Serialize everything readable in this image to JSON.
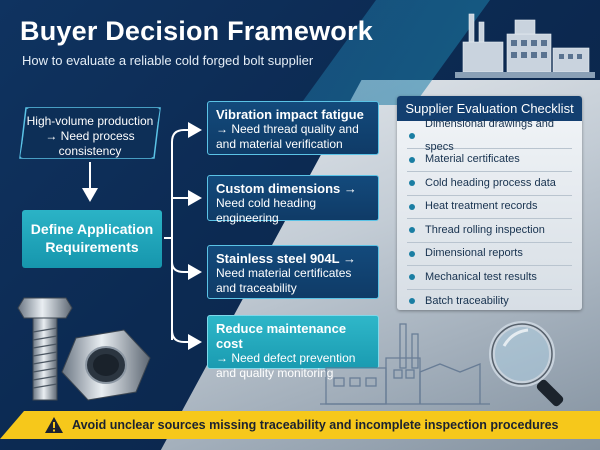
{
  "header": {
    "title": "Buyer Decision Framework",
    "subtitle": "How to evaluate a reliable cold forged bolt supplier"
  },
  "flow": {
    "start": "High-volume production → Need process consistency",
    "define": "Define Application Requirements",
    "branches": [
      {
        "head": "Vibration impact fatigue",
        "body": "→ Need thread quality and and material verification"
      },
      {
        "head": "Custom dimensions →",
        "body": "Need cold heading engineering"
      },
      {
        "head": "Stainless steel 904L →",
        "body": "Need material certificates and traceability"
      },
      {
        "head": "Reduce maintenance cost",
        "body": "→ Need defect prevention and quality monitoring"
      }
    ]
  },
  "checklist": {
    "title": "Supplier Evaluation Checklist",
    "items": [
      "Dimensional drawings and specs",
      "Material certificates",
      "Cold heading process data",
      "Heat treatment records",
      "Thread rolling inspection",
      "Dimensional reports",
      "Mechanical test results",
      "Batch traceability"
    ]
  },
  "warning": {
    "text": "Avoid unclear sources missing traceability and incomplete inspection procedures",
    "icon": "warning-triangle-icon"
  },
  "colors": {
    "navy": "#0f3360",
    "teal": "#2bb3c6",
    "accent_border": "#5bc3e6",
    "warning": "#f6c81b"
  }
}
